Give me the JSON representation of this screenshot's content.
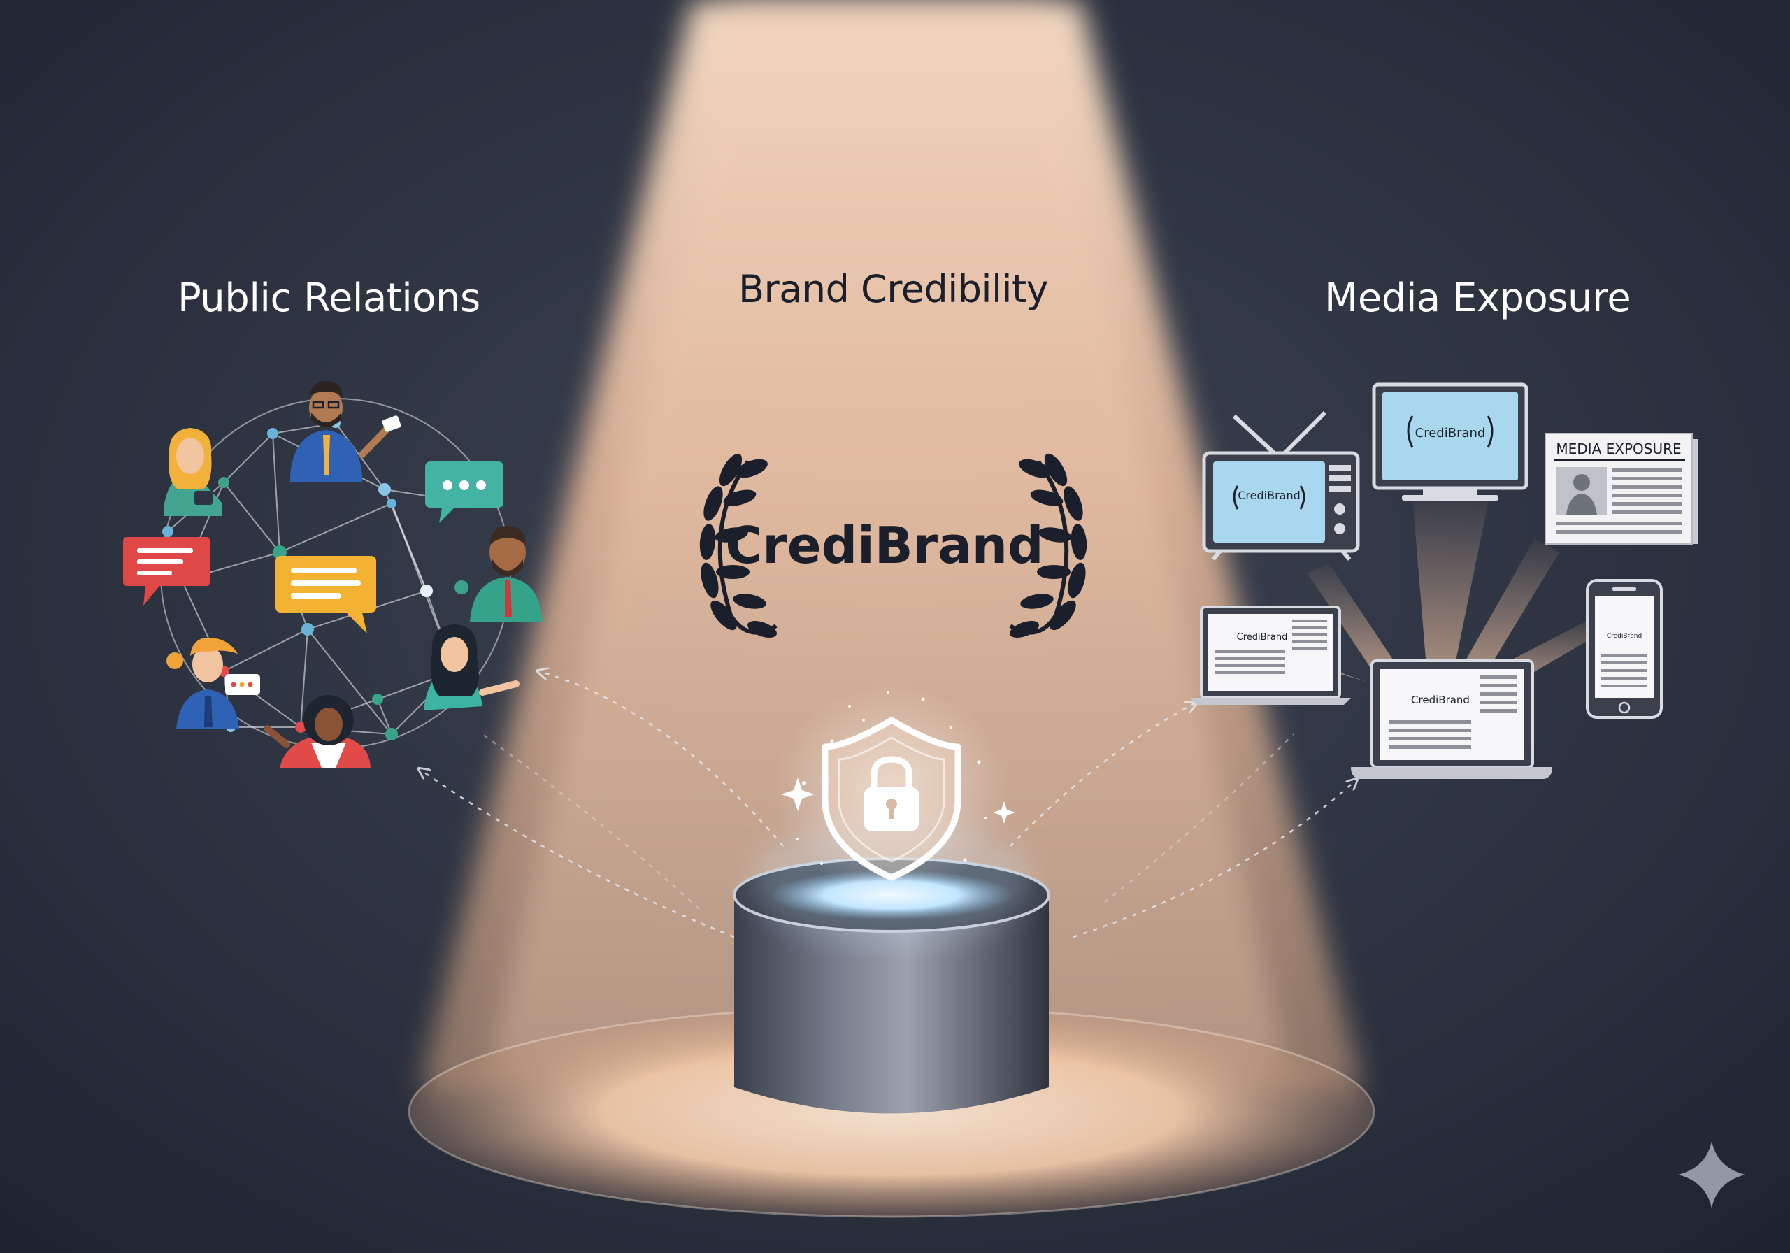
{
  "labels": {
    "public_relations": "Public Relations",
    "brand_credibility": "Brand Credibility",
    "media_exposure": "Media Exposure"
  },
  "brand": {
    "logo_text": "CrediBrand",
    "device_text": "CrediBrand",
    "newspaper_headline": "MEDIA EXPOSURE"
  },
  "colors": {
    "background": "#272d3a",
    "spotlight": "#f4c6a5",
    "navy": "#1b1f2b",
    "white_text": "#ffffff",
    "screen_blue": "#a9d8ee"
  },
  "icons": {
    "center": "shield-lock-icon",
    "corner": "sparkle-icon"
  }
}
